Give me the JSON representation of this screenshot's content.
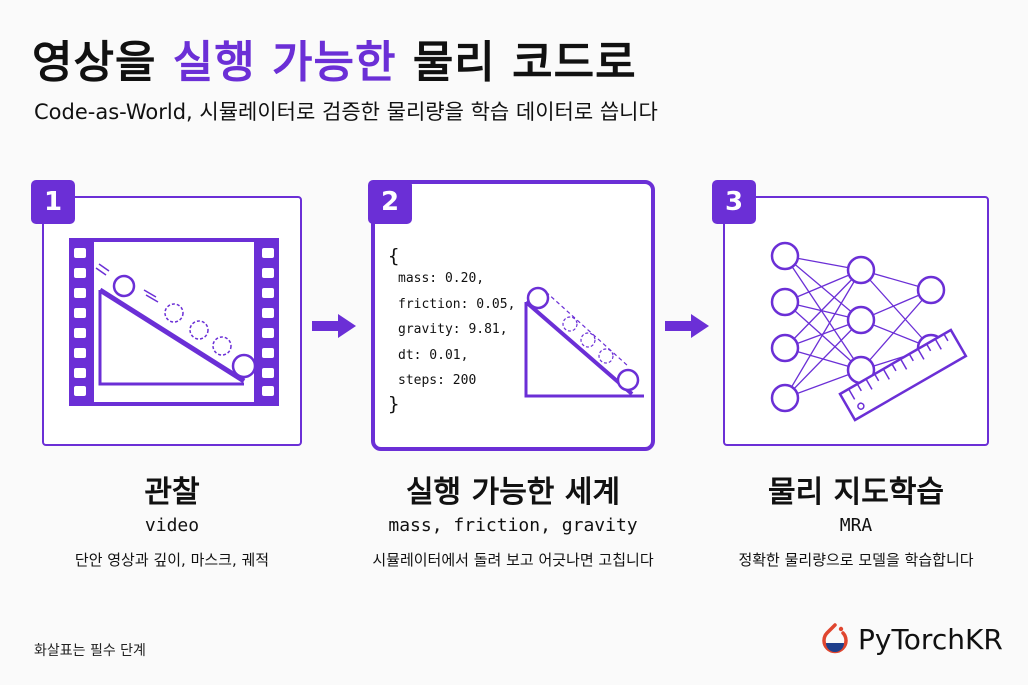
{
  "header": {
    "title_part1": "영상을",
    "title_accent": "실행 가능한",
    "title_part2": "물리 코드로",
    "subtitle": "Code-as-World, 시뮬레이터로 검증한 물리량을 학습 데이터로 씁니다"
  },
  "steps": [
    {
      "number": "1",
      "title": "관찰",
      "term": "video",
      "desc": "단안 영상과 깊이, 마스크, 궤적"
    },
    {
      "number": "2",
      "title": "실행 가능한 세계",
      "term": "mass, friction, gravity",
      "desc": "시뮬레이터에서 돌려 보고 어긋나면 고칩니다"
    },
    {
      "number": "3",
      "title": "물리 지도학습",
      "term": "MRA",
      "desc": "정확한 물리량으로 모델을 학습합니다"
    }
  ],
  "code": {
    "open_brace": "{",
    "close_brace": "}",
    "lines": [
      "mass: 0.20,",
      "friction: 0.05,",
      "gravity: 9.81,",
      "dt: 0.01,",
      "steps: 200"
    ]
  },
  "footer": {
    "note": "화살표는 필수 단계",
    "brand": "PyTorchKR"
  },
  "colors": {
    "accent": "#6b2fd6",
    "brand_red": "#e0462f",
    "brand_blue": "#1e3f8c"
  },
  "icons": [
    "film-strip-icon",
    "arrow-right-icon",
    "neural-network-icon",
    "ruler-icon",
    "pytorchkr-logo-icon"
  ]
}
